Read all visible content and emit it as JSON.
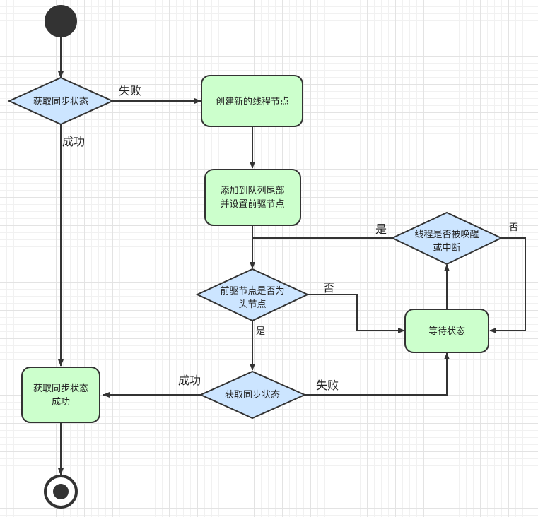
{
  "colors": {
    "action_fill": "#ccffcc",
    "decision_fill": "#cce5ff",
    "stroke": "#333333",
    "start_fill": "#333333"
  },
  "nodes": {
    "d_acquire1": "获取同步状态",
    "a_create": "创建新的线程节点",
    "a_add_line1": "添加到队列尾部",
    "a_add_line2": "并设置前驱节点",
    "d_pred_line1": "前驱节点是否为",
    "d_pred_line2": "头节点",
    "d_acquire2": "获取同步状态",
    "a_success_line1": "获取同步状态",
    "a_success_line2": "成功",
    "a_wait": "等待状态",
    "d_wake_line1": "线程是否被唤醒",
    "d_wake_line2": "或中断"
  },
  "edges": {
    "acquire1_fail": "失败",
    "acquire1_success": "成功",
    "wake_yes": "是",
    "wake_no": "否",
    "pred_no": "否",
    "pred_yes": "是",
    "acquire2_success": "成功",
    "acquire2_fail": "失败"
  }
}
